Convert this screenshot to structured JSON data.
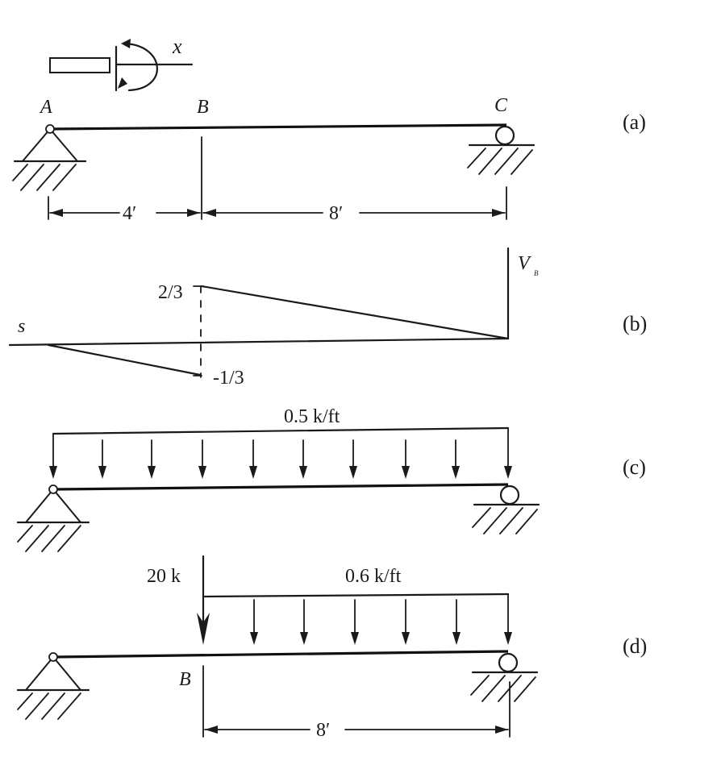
{
  "panel_labels": {
    "a": "(a)",
    "b": "(b)",
    "c": "(c)",
    "d": "(d)"
  },
  "panel_a": {
    "axis_label": "x",
    "point_a": "A",
    "point_b": "B",
    "point_c": "C",
    "dim_ab": "4′",
    "dim_bc": "8′"
  },
  "panel_b": {
    "left_label": "s",
    "right_label_main": "V",
    "right_label_sub": "B",
    "value_top": "2/3",
    "value_bottom": "-1/3"
  },
  "panel_c": {
    "load_label": "0.5 k/ft"
  },
  "panel_d": {
    "point_load_label": "20 k",
    "dist_load_label": "0.6 k/ft",
    "point_b": "B",
    "dim_bc": "8′"
  }
}
